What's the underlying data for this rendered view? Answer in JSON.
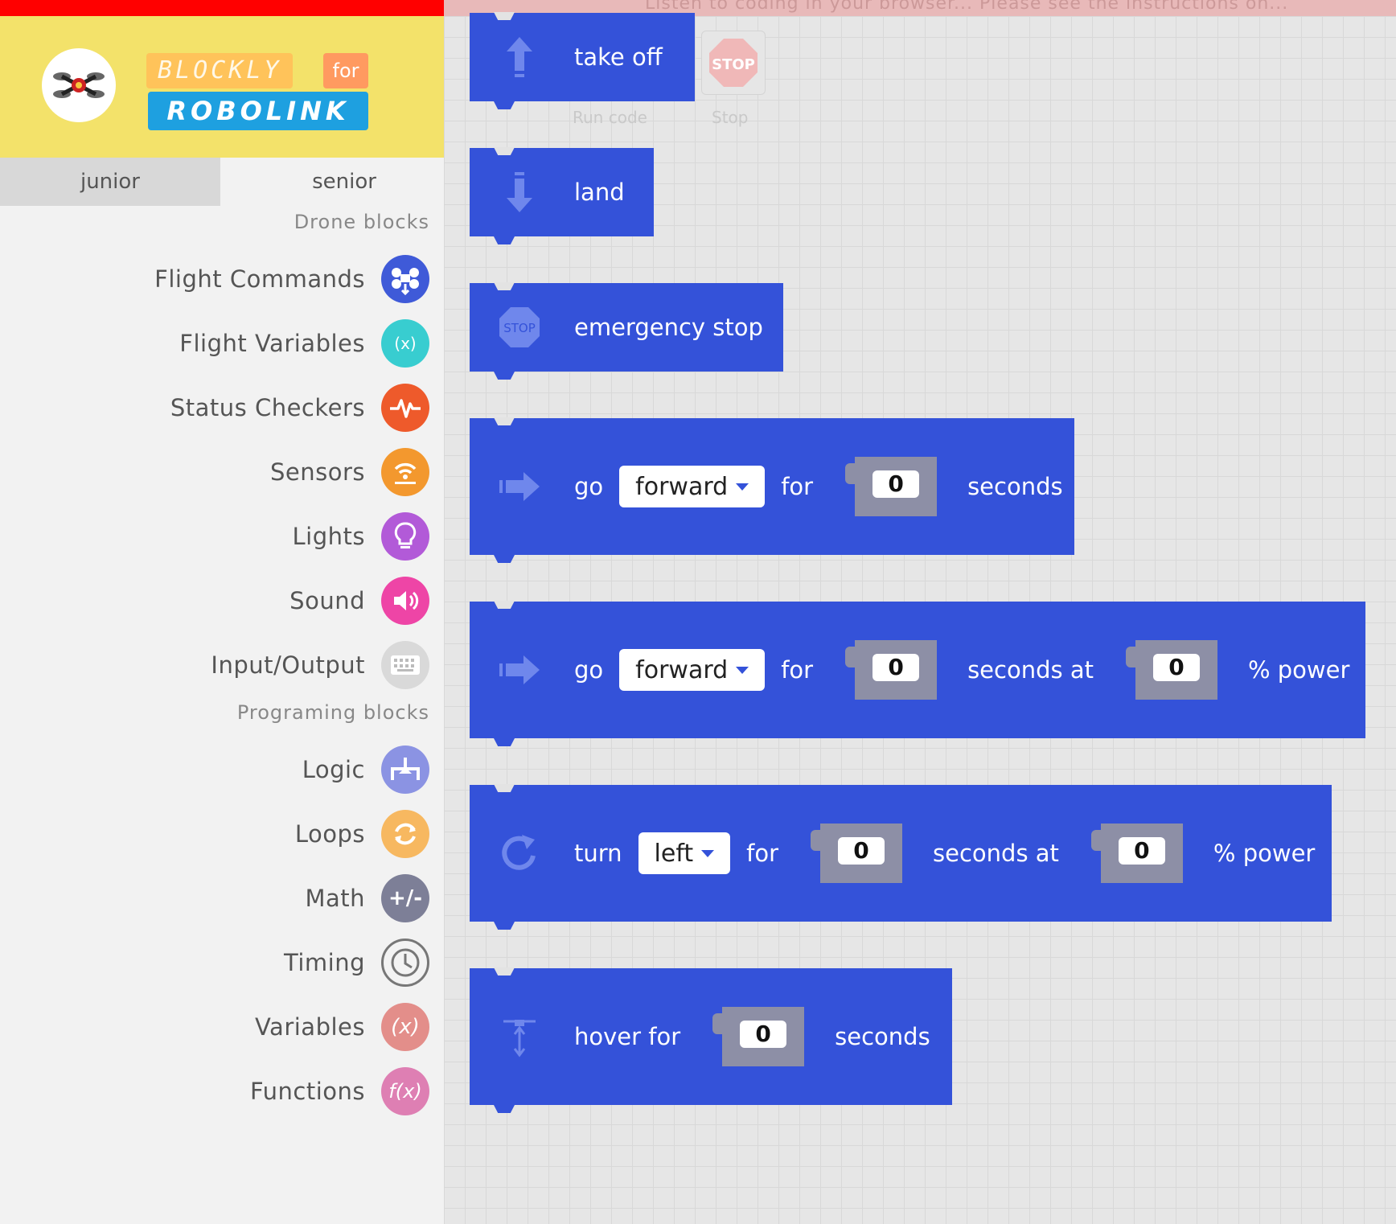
{
  "notice": {
    "text": "Listen to coding in your browser... Please see the instructions on..."
  },
  "brand": {
    "line1": "BLOCKLY",
    "for": "for",
    "line2": "ROBOLINK"
  },
  "tabs": {
    "junior": "junior",
    "senior": "senior"
  },
  "sections": {
    "drone": "Drone blocks",
    "programming": "Programing blocks"
  },
  "categories": [
    {
      "label": "Flight Commands",
      "icon": "drone-move-icon",
      "color": "#3f5ad8"
    },
    {
      "label": "Flight Variables",
      "icon": "variable-arrow-icon",
      "color": "#38cdd0"
    },
    {
      "label": "Status Checkers",
      "icon": "pulse-icon",
      "color": "#ee5a2b"
    },
    {
      "label": "Sensors",
      "icon": "sensor-icon",
      "color": "#f3982e"
    },
    {
      "label": "Lights",
      "icon": "bulb-icon",
      "color": "#b25ad8"
    },
    {
      "label": "Sound",
      "icon": "speaker-icon",
      "color": "#ee45a6"
    },
    {
      "label": "Input/Output",
      "icon": "keyboard-icon",
      "color": "#d9d9d9"
    },
    {
      "label": "Logic",
      "icon": "logic-icon",
      "color": "#8b93e3"
    },
    {
      "label": "Loops",
      "icon": "loop-icon",
      "color": "#f7b860"
    },
    {
      "label": "Math",
      "icon": "math-icon",
      "color": "#7d7f97"
    },
    {
      "label": "Timing",
      "icon": "clock-icon",
      "color": "#f3f3f3"
    },
    {
      "label": "Variables",
      "icon": "variable-icon",
      "color": "#e38e8a"
    },
    {
      "label": "Functions",
      "icon": "function-icon",
      "color": "#de7fb3"
    }
  ],
  "category_glyphs": [
    "✥",
    "(x)",
    "∿",
    "◉",
    "◯",
    "◀",
    "▦",
    "⅄",
    "⟳",
    "+/-",
    "◷",
    "(x)",
    "f(x)"
  ],
  "controls": {
    "run_label": "Run code",
    "stop_label": "Stop",
    "stop_text": "STOP"
  },
  "blocks": {
    "takeoff": {
      "text": "take  off"
    },
    "land": {
      "text": "land"
    },
    "estop": {
      "icon_text": "STOP",
      "text": "emergency  stop"
    },
    "go1": {
      "w1": "go",
      "dir": "forward",
      "w2": "for",
      "val": "0",
      "w3": "seconds"
    },
    "go2": {
      "w1": "go",
      "dir": "forward",
      "w2": "for",
      "val1": "0",
      "w3": "seconds  at",
      "val2": "0",
      "w4": "%  power"
    },
    "turn": {
      "w1": "turn",
      "dir": "left",
      "w2": "for",
      "val1": "0",
      "w3": "seconds  at",
      "val2": "0",
      "w4": "%  power"
    },
    "hover": {
      "w1": "hover  for",
      "val": "0",
      "w2": "seconds"
    }
  }
}
